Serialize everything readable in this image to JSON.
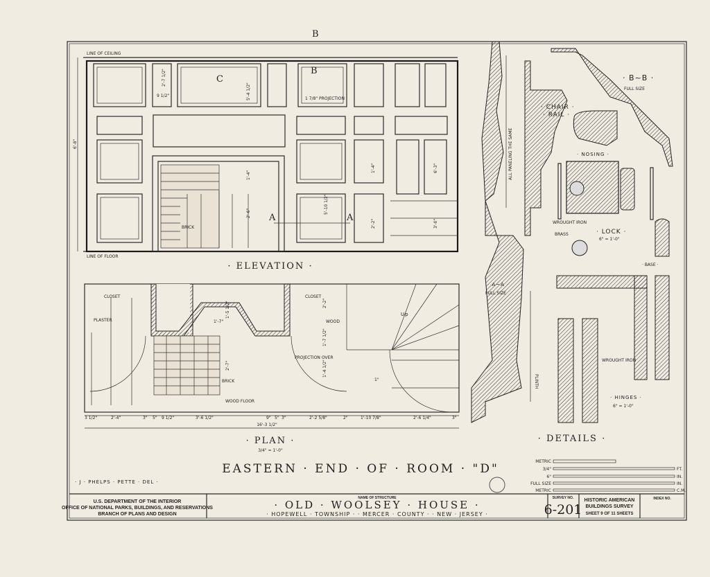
{
  "sheet_title": "EASTERN · END · OF · ROOM · \"D\"",
  "delineator": "· J · PHELPS · PETTE · DEL ·",
  "elevation": {
    "label": "· ELEVATION ·",
    "line_of_ceiling": "LINE OF CEILING",
    "line_of_floor": "LINE OF FLOOR",
    "height_dim": "6'-8\"",
    "section_b": "B",
    "section_a": "A",
    "section_c": "C",
    "projection_note": "1 7/8\" PROJECTION",
    "brick_note": "BRICK",
    "dims": [
      "2'-7 1/2\"",
      "5'-4 1/2\"",
      "2'-6\"",
      "1'-4\"",
      "5'-10 1/2\"",
      "2'-2\"",
      "1'-4\"",
      "6'-3\"",
      "3'-0\"",
      "9 1/2\""
    ]
  },
  "plan": {
    "label": "· PLAN ·",
    "scale": "3/4\" = 1'-0\"",
    "closet_left": "CLOSET",
    "closet_right": "CLOSET",
    "plaster": "PLASTER",
    "wood": "WOOD",
    "brick": "BRICK",
    "wood_floor": "WOOD FLOOR",
    "projection_over": "PROJECTION OVER",
    "up": "Up",
    "inner_dims": [
      "1'-7\"",
      "1'-5 1/2\"",
      "2'-7\"",
      "2'-2\"",
      "1'-7 1/2\"",
      "1'-4 1/2\"",
      "1\""
    ],
    "dims": [
      "3 1/2\"",
      "2'-4\"",
      "3\"",
      "5\"",
      "9 1/2\"",
      "3'-6 1/2\"",
      "9\"",
      "5\"",
      "3\"",
      "2'-2 5/8\"",
      "2\"",
      "1'-10 7/8\"",
      "2'-6 1/4\"",
      "3\""
    ],
    "overall_dim": "16'-3 1/2\""
  },
  "details": {
    "label": "· DETAILS ·",
    "bb_label": "· B~B ·",
    "bb_scale": "FULL SIZE",
    "chair_rail": "· CHAIR ·",
    "chair_rail_2": "· RAIL ·",
    "paneling_note": "ALL PANELING THE SAME",
    "nosing": "· NOSING ·",
    "wrought_iron": "WROUGHT IRON",
    "lock": "· LOCK ·",
    "lock_scale": "6\" = 1'-0\"",
    "brass": "BRASS",
    "base": "· BASE ·",
    "aa_label": "· A~A ·",
    "aa_scale": "FULL SIZE",
    "plinth": "PLINTH",
    "hinges_wrought_iron": "WROUGHT IRON",
    "hinges": "· HINGES ·",
    "hinges_scale": "6\" = 1'-0\""
  },
  "scales": {
    "rows": [
      "METRIC",
      "3/4\"",
      "6\"",
      "FULL SIZE",
      "METRIC"
    ],
    "units": [
      "FT.",
      "IN.",
      "IN.",
      "C.M."
    ]
  },
  "title_block": {
    "agency_1": "U.S. DEPARTMENT OF THE INTERIOR",
    "agency_2": "OFFICE OF NATIONAL PARKS, BUILDINGS, AND RESERVATIONS",
    "agency_3": "BRANCH OF PLANS AND DESIGN",
    "name_label": "NAME OF STRUCTURE",
    "structure_name": "· OLD · WOOLSEY · HOUSE ·",
    "location": "· HOPEWELL · TOWNSHIP · · MERCER · COUNTY · · NEW · JERSEY ·",
    "survey_label": "SURVEY NO.",
    "survey_no": "6-201",
    "habs_1": "HISTORIC AMERICAN",
    "habs_2": "BUILDINGS SURVEY",
    "sheet_text": "SHEET 9 OF 11 SHEETS",
    "index_label": "INDEX NO."
  }
}
